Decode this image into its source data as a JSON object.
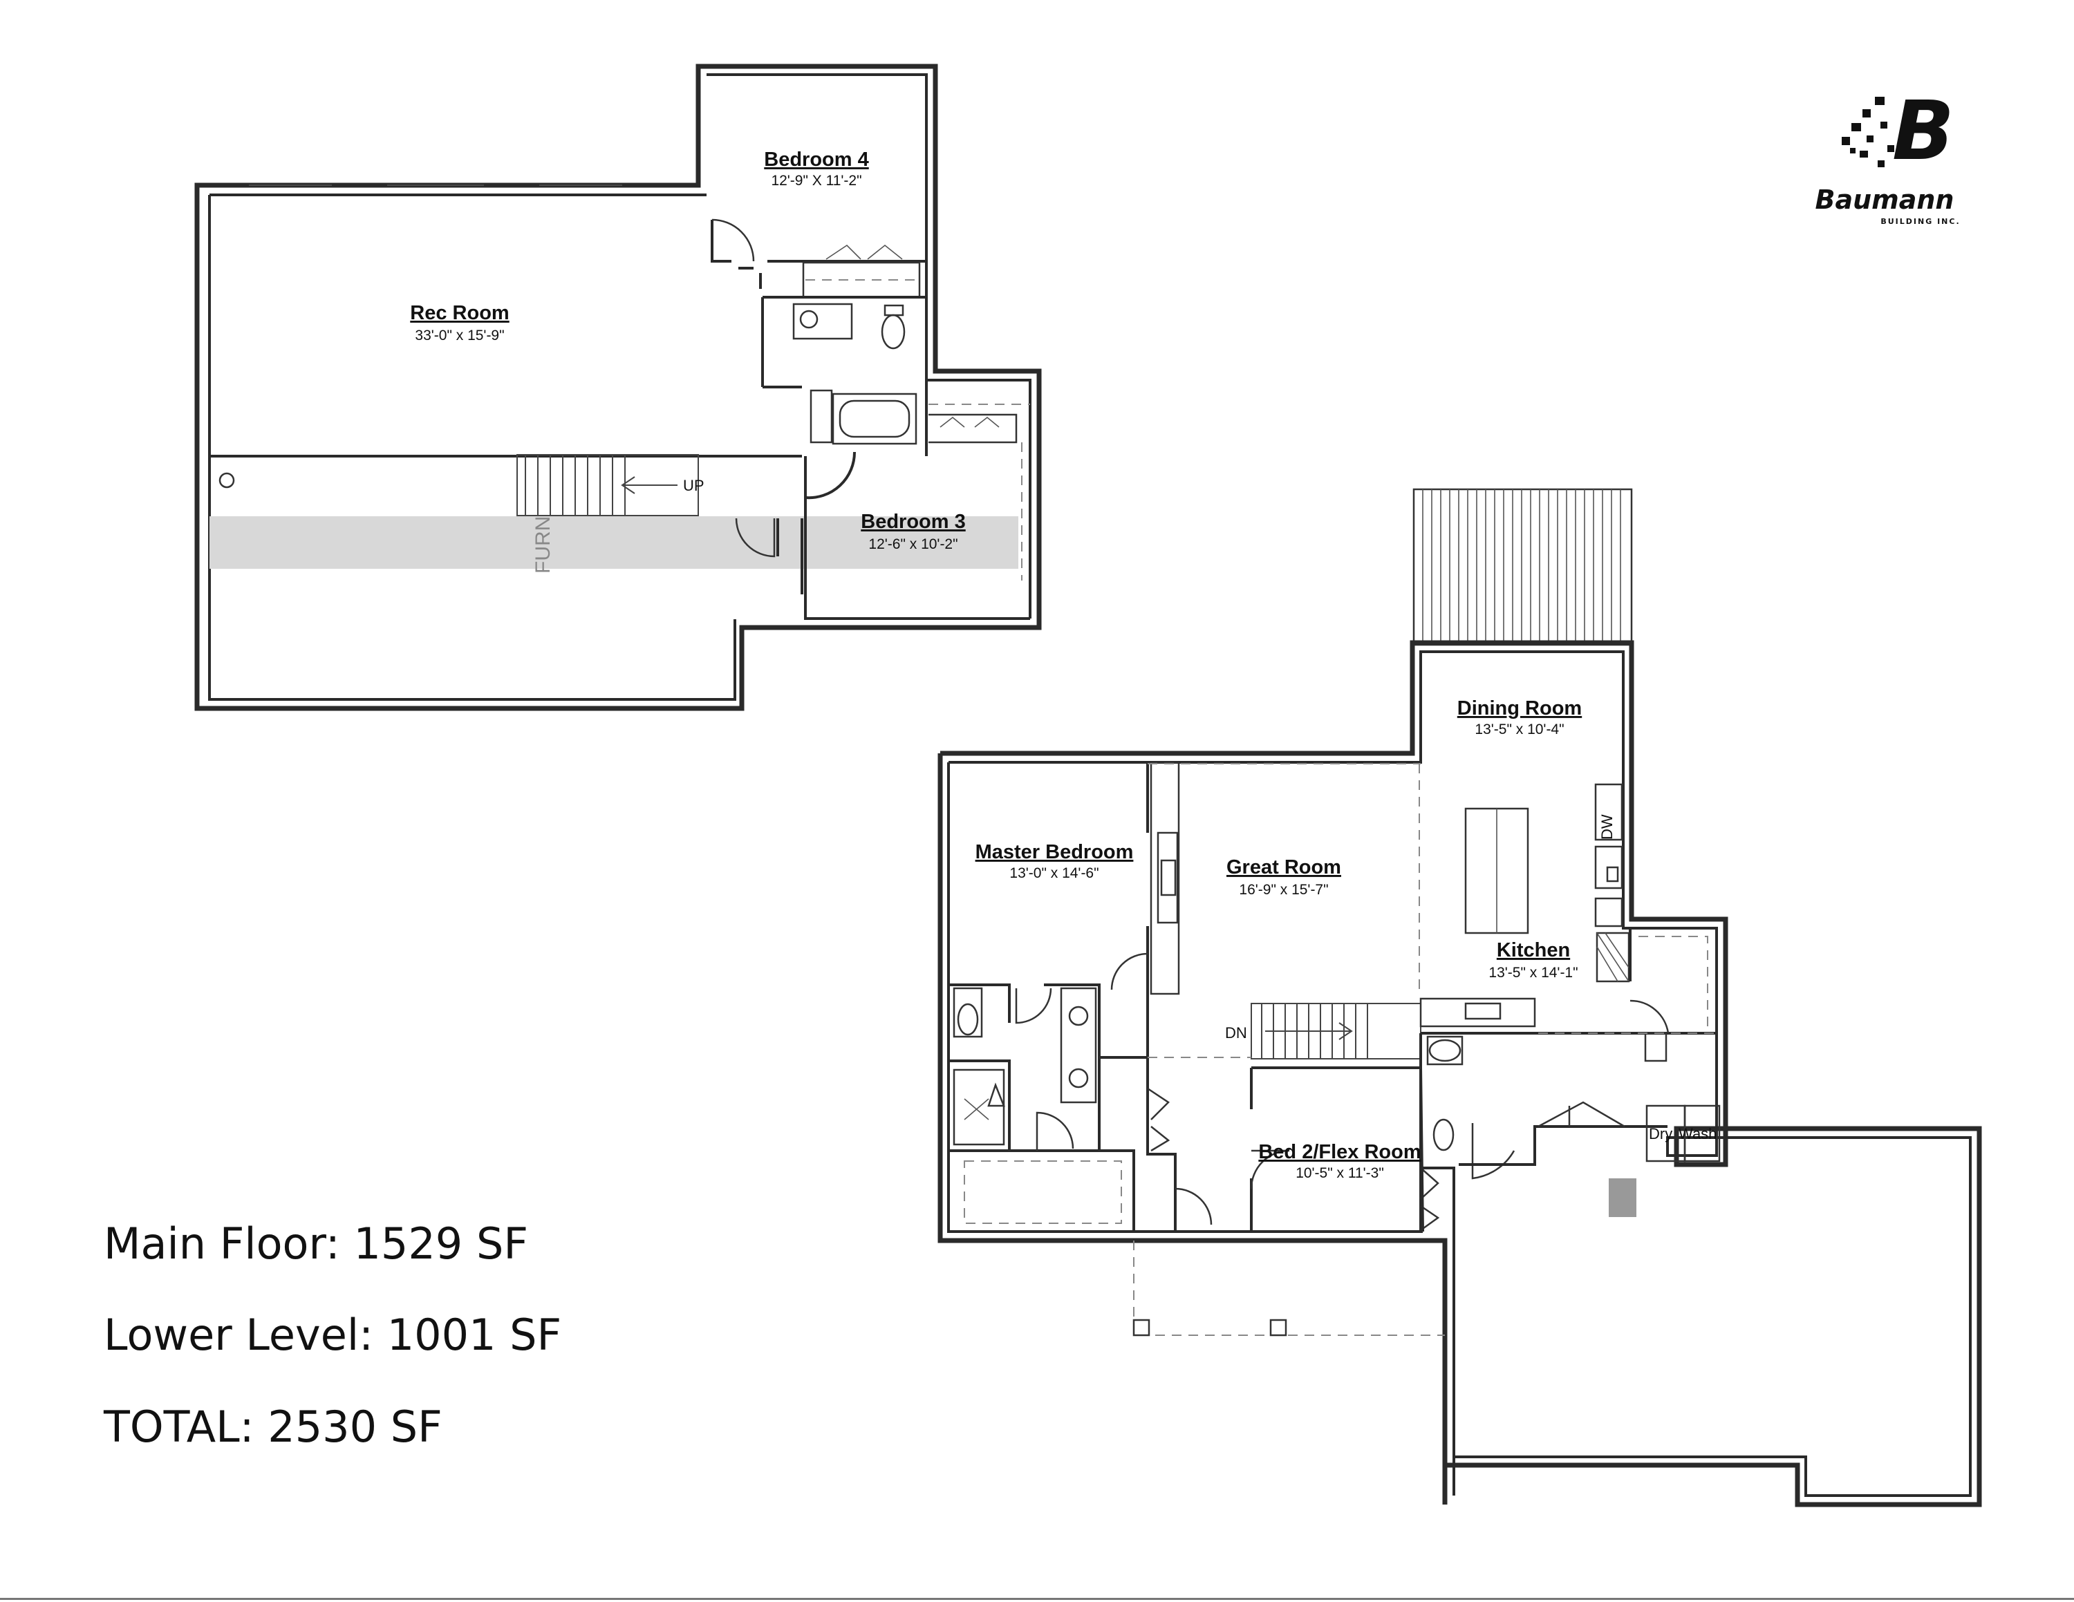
{
  "brand": {
    "name": "Baumann",
    "tagline": "BUILDING INC.",
    "logo_letter": "B"
  },
  "lower_level": {
    "rooms": [
      {
        "id": "bedroom4",
        "name": "Bedroom 4",
        "dims": "12'-9\" X 11'-2\""
      },
      {
        "id": "recroom",
        "name": "Rec Room",
        "dims": "33'-0\" x 15'-9\""
      },
      {
        "id": "bedroom3",
        "name": "Bedroom 3",
        "dims": "12'-6\" x 10'-2\""
      }
    ],
    "labels": {
      "stair": "UP",
      "furnace": "FURN"
    }
  },
  "main_floor": {
    "rooms": [
      {
        "id": "dining",
        "name": "Dining Room",
        "dims": "13'-5\" x 10'-4\""
      },
      {
        "id": "master",
        "name": "Master Bedroom",
        "dims": "13'-0\" x 14'-6\""
      },
      {
        "id": "great",
        "name": "Great Room",
        "dims": "16'-9\" x 15'-7\""
      },
      {
        "id": "kitchen",
        "name": "Kitchen",
        "dims": "13'-5\" x 14'-1\""
      },
      {
        "id": "bed2",
        "name": "Bed 2/Flex Room",
        "dims": "10'-5\" x 11'-3\""
      }
    ],
    "labels": {
      "stair": "DN",
      "dishwasher": "DW",
      "dryer": "Dry",
      "washer": "Wash"
    }
  },
  "stats": {
    "main_floor": "Main Floor: 1529 SF",
    "lower_level": "Lower Level: 1001 SF",
    "total": "TOTAL: 2530 SF"
  }
}
